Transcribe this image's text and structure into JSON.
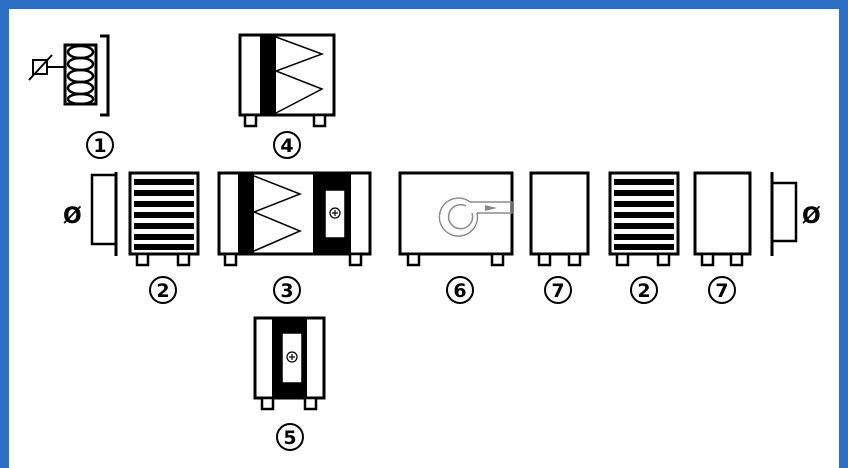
{
  "colors": {
    "frame": "#2b6ec4",
    "stroke": "#000000",
    "fan": "#808080"
  },
  "labels": {
    "l1": "1",
    "l2a": "2",
    "l2b": "2",
    "l3": "3",
    "l4": "4",
    "l5": "5",
    "l6": "6",
    "l7a": "7",
    "l7b": "7"
  },
  "connectors": {
    "left_phi": "Ø",
    "right_phi": "Ø"
  },
  "icons": {
    "damper": "damper-icon",
    "filter": "filter-module-icon",
    "heater": "heater-plus-icon",
    "silencer": "silencer-icon",
    "fan": "fan-icon",
    "empty": "empty-section-icon"
  }
}
